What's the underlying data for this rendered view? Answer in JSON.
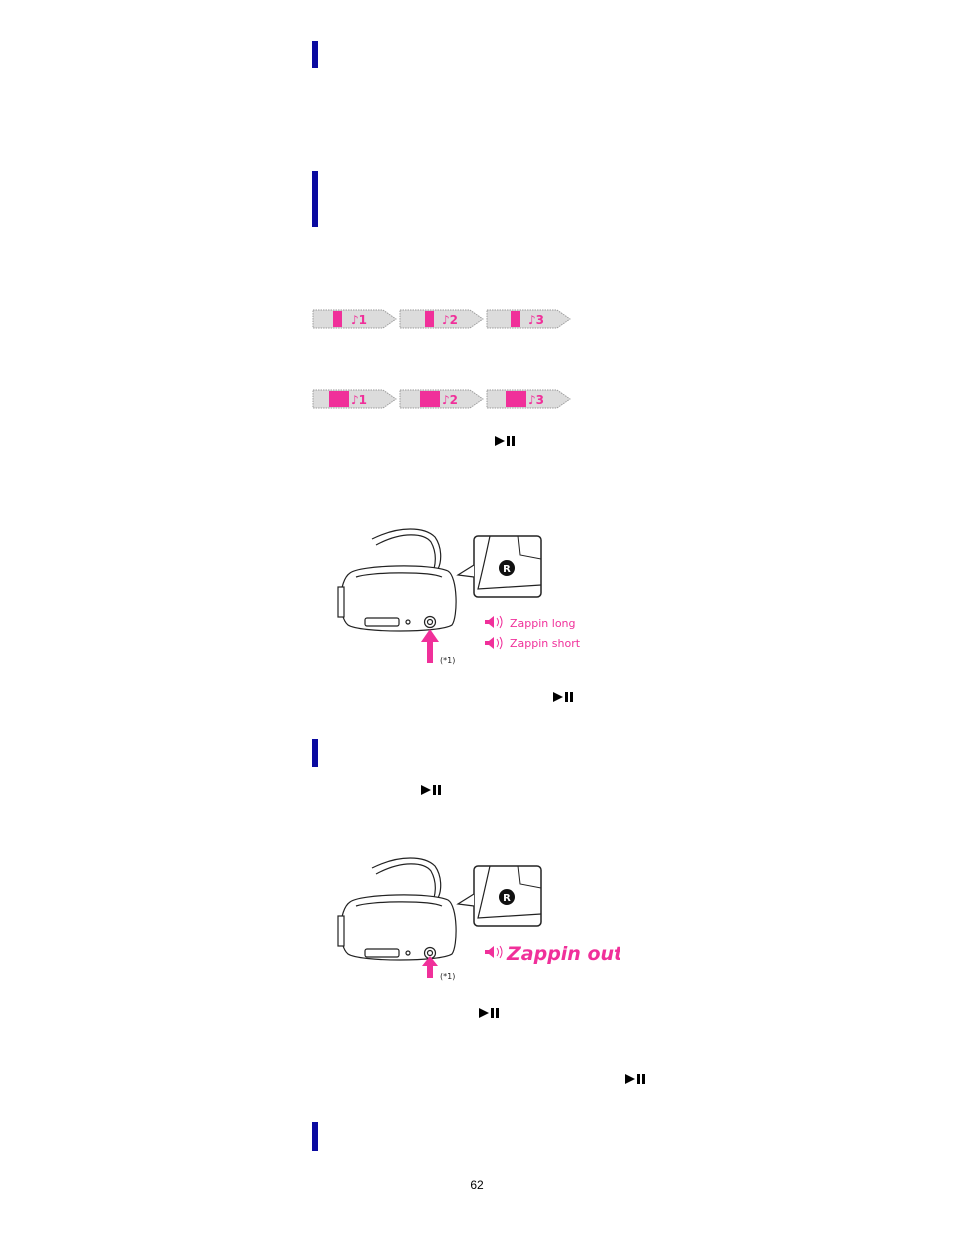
{
  "colors": {
    "heading_bar": "#0a0aa0",
    "accent_pink": "#f0309a",
    "light_pink": "#f7a6d2",
    "strip_grey": "#dcdcdc"
  },
  "track_strips": [
    {
      "tracks": [
        "♪1",
        "♪2",
        "♪3"
      ],
      "style": "short"
    },
    {
      "tracks": [
        "♪1",
        "♪2",
        "♪3"
      ],
      "style": "long"
    }
  ],
  "figure1": {
    "badge": "R",
    "voice_long": "Zappin long",
    "voice_short": "Zappin short",
    "footnote": "(*1)"
  },
  "figure2": {
    "badge": "R",
    "voice_out": "Zappin out!",
    "footnote": "(*1)"
  },
  "icons": {
    "play_pause": "play-pause-icon",
    "speaker": "speaker-icon"
  },
  "page_number": "62"
}
